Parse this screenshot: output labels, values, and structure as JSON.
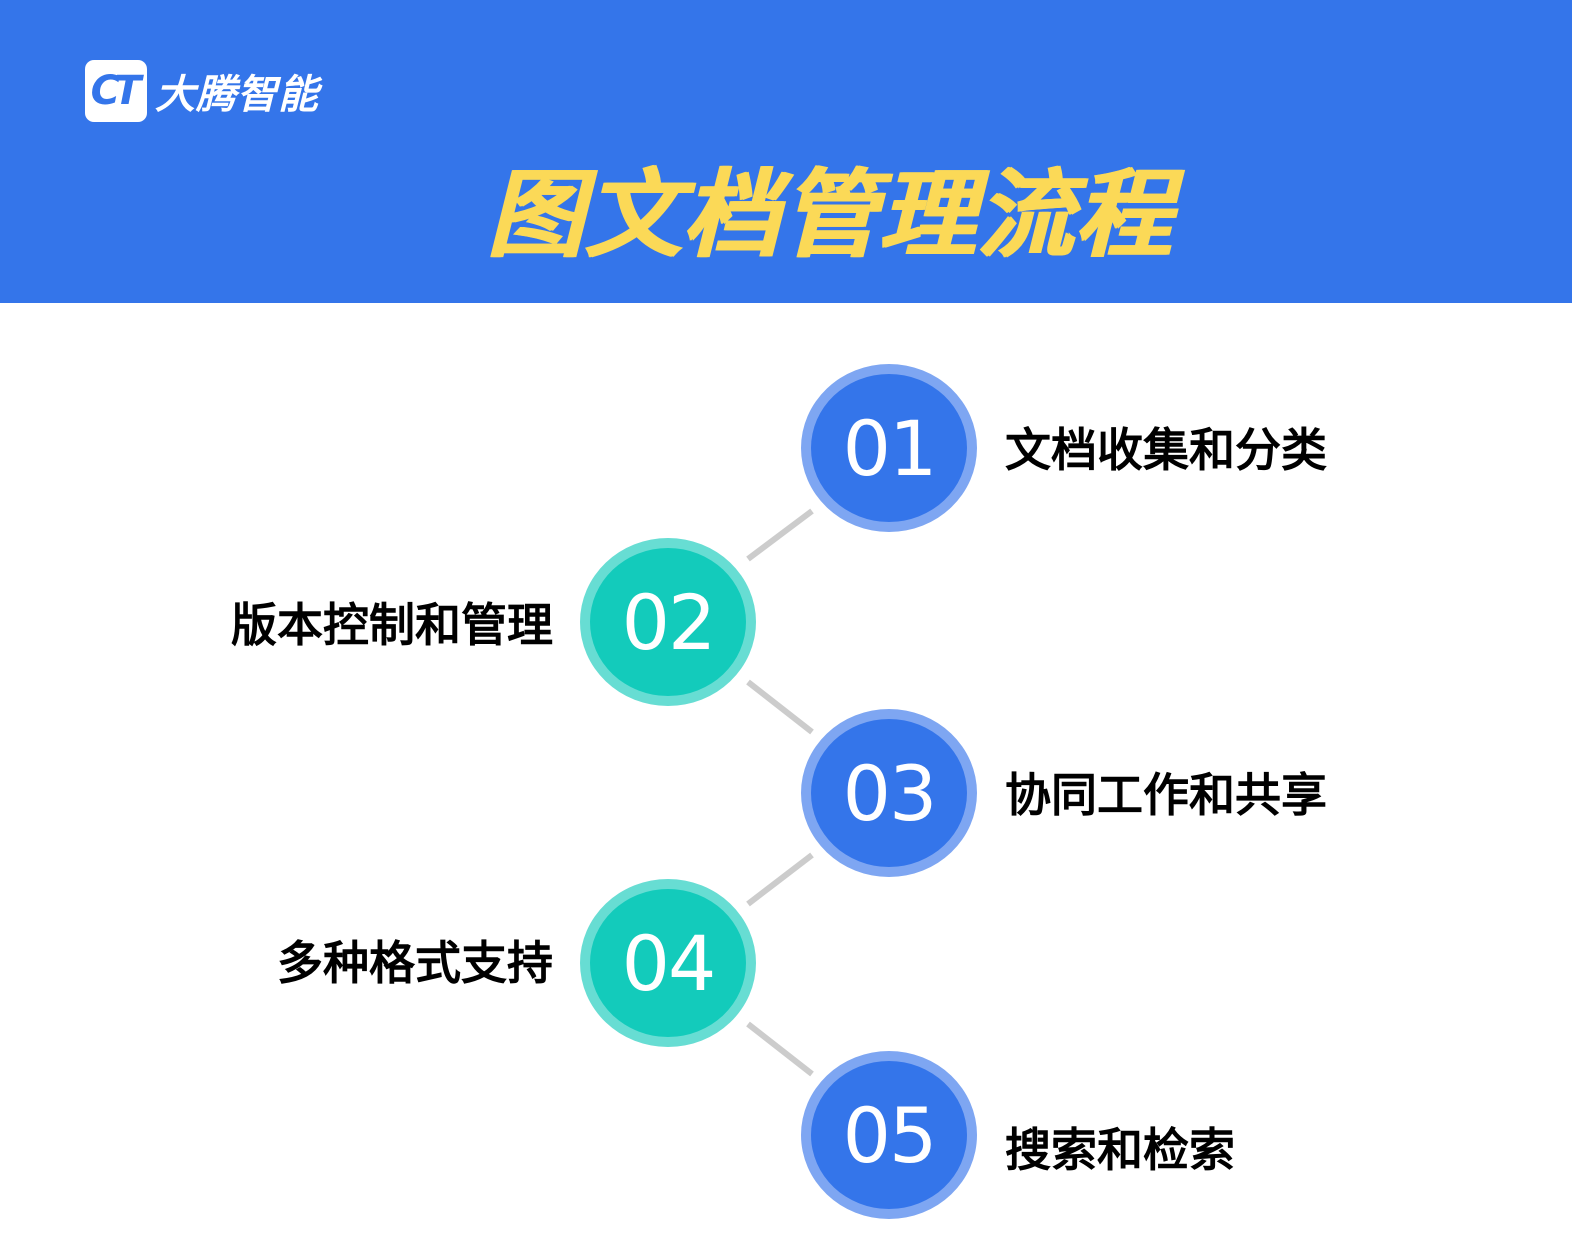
{
  "header": {
    "logo_mark": "CT",
    "brand_name": "大腾智能",
    "title": "图文档管理流程",
    "background_color": "#3475ea",
    "title_color": "#fbd957"
  },
  "steps": [
    {
      "number": "01",
      "label": "文档收集和分类",
      "side": "right",
      "color": "#3475ea"
    },
    {
      "number": "02",
      "label": "版本控制和管理",
      "side": "left",
      "color": "#13cbbb"
    },
    {
      "number": "03",
      "label": "协同工作和共享",
      "side": "right",
      "color": "#3475ea"
    },
    {
      "number": "04",
      "label": "多种格式支持",
      "side": "left",
      "color": "#13cbbb"
    },
    {
      "number": "05",
      "label": "搜索和检索",
      "side": "right",
      "color": "#3475ea"
    }
  ],
  "colors": {
    "blue": "#3475ea",
    "blue_ring": "#7ea6f2",
    "teal": "#13cbbb",
    "teal_ring": "#67ddd3",
    "connector": "#cccccc"
  }
}
